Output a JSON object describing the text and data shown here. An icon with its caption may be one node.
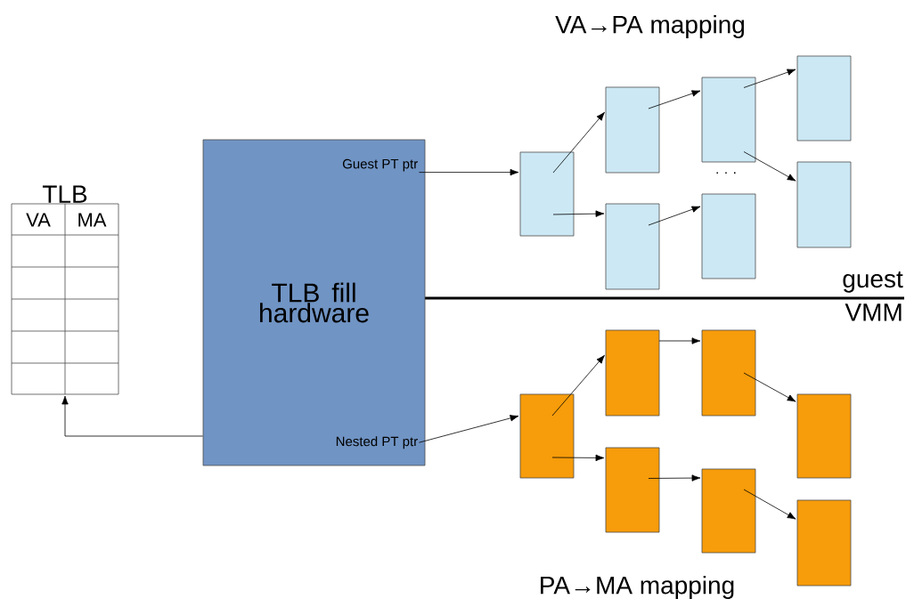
{
  "diagram": {
    "nodes": [
      {
        "text": [
          "TLB",
          "VA",
          "MA"
        ]
      },
      {
        "text": [
          "TLB fill hardware"
        ]
      },
      {
        "text": [
          "Guest PT ptr"
        ],
        "in": 1
      },
      {
        "text": [
          "Nested PT ptr"
        ],
        "in": 1
      },
      {
        "text": [],
        "shape": "box"
      },
      {
        "text": [],
        "shape": "box"
      },
      {
        "text": [],
        "shape": "box"
      },
      {
        "text": [],
        "shape": "box"
      },
      {
        "text": [],
        "shape": "box"
      },
      {
        "text": [],
        "shape": "box"
      },
      {
        "text": [],
        "shape": "box"
      },
      {
        "text": [],
        "shape": "box"
      },
      {
        "text": [],
        "shape": "box"
      },
      {
        "text": [],
        "shape": "box"
      },
      {
        "text": [],
        "shape": "box"
      },
      {
        "text": [],
        "shape": "box"
      },
      {
        "text": [],
        "shape": "box"
      },
      {
        "text": [],
        "shape": "box"
      }
    ],
    "edges": [
      {
        "from": 1,
        "to": 0,
        "arrow": "to"
      },
      {
        "from": 2,
        "to": 4,
        "arrow": "to"
      },
      {
        "from": 4,
        "to": 5,
        "arrow": "to"
      },
      {
        "from": 4,
        "to": 6,
        "arrow": "to"
      },
      {
        "from": 5,
        "to": 7,
        "arrow": "to"
      },
      {
        "from": 6,
        "to": 8,
        "arrow": "to"
      },
      {
        "from": 7,
        "to": 9,
        "arrow": "to"
      },
      {
        "from": 7,
        "to": 10,
        "arrow": "to"
      },
      {
        "from": 3,
        "to": 11,
        "arrow": "to"
      },
      {
        "from": 11,
        "to": 12,
        "arrow": "to"
      },
      {
        "from": 11,
        "to": 13,
        "arrow": "to"
      },
      {
        "from": 12,
        "to": 14,
        "arrow": "to"
      },
      {
        "from": 13,
        "to": 15,
        "arrow": "to"
      },
      {
        "from": 14,
        "to": 16,
        "arrow": "to"
      },
      {
        "from": 15,
        "to": 17,
        "arrow": "to"
      }
    ],
    "labels": [
      "VA→PA mapping",
      "· · ·",
      "guest",
      "VMM",
      "PA→MA mapping"
    ]
  }
}
